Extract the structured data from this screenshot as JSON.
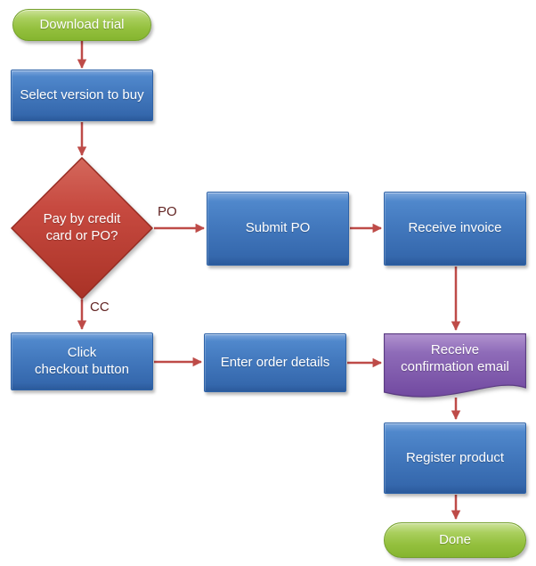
{
  "flowchart": {
    "nodes": {
      "download_trial": {
        "type": "terminator",
        "label": "Download trial"
      },
      "select_version": {
        "type": "process",
        "label": "Select version to buy"
      },
      "pay_decision": {
        "type": "decision",
        "label": "Pay by credit\ncard or PO?"
      },
      "submit_po": {
        "type": "process",
        "label": "Submit PO"
      },
      "receive_invoice": {
        "type": "process",
        "label": "Receive invoice"
      },
      "click_checkout": {
        "type": "process",
        "label": "Click\ncheckout button"
      },
      "enter_order_details": {
        "type": "process",
        "label": "Enter order details"
      },
      "receive_confirmation_email": {
        "type": "document",
        "label": "Receive\nconfirmation email"
      },
      "register_product": {
        "type": "process",
        "label": "Register product"
      },
      "done": {
        "type": "terminator",
        "label": "Done"
      }
    },
    "edge_labels": {
      "po": "PO",
      "cc": "CC"
    },
    "colors": {
      "process_fill": "#3E76BC",
      "process_border": "#2E63A8",
      "terminator_fill": "#94C03E",
      "terminator_border": "#74A02C",
      "decision_fill": "#C2453B",
      "decision_border": "#962B21",
      "document_fill": "#8463AE",
      "document_border": "#5B3C82",
      "arrow": "#BE4B48",
      "edge_label_text": "#622423",
      "node_text": "#FFFFFF",
      "background": "#FFFFFF"
    }
  }
}
